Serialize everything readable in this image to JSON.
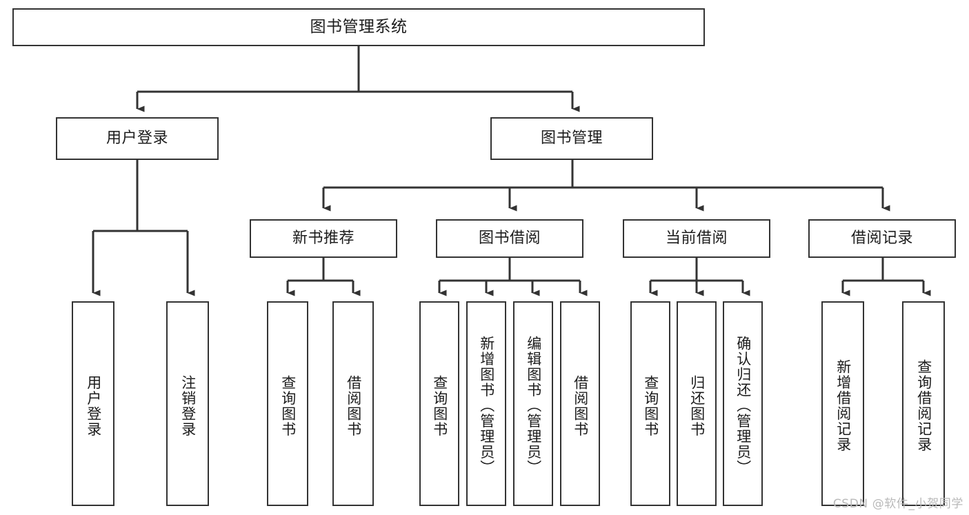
{
  "diagram": {
    "type": "tree",
    "title": "图书管理系统",
    "orientation": "top-down",
    "line_color": "#333333",
    "box_fill": "#ffffff",
    "background": "#ffffff",
    "nodes": {
      "root": {
        "label": "图书管理系统",
        "level": 0
      },
      "user_login": {
        "label": "用户登录",
        "level": 1
      },
      "book_manage": {
        "label": "图书管理",
        "level": 1
      },
      "new_book_rec": {
        "label": "新书推荐",
        "level": 2
      },
      "book_borrow": {
        "label": "图书借阅",
        "level": 2
      },
      "current_borrow": {
        "label": "当前借阅",
        "level": 2
      },
      "borrow_record": {
        "label": "借阅记录",
        "level": 2
      },
      "leaf_user_login": {
        "label": "用户登录",
        "level": 3
      },
      "leaf_logout": {
        "label": "注销登录",
        "level": 3
      },
      "leaf_query_book_1": {
        "label": "查询图书",
        "level": 3
      },
      "leaf_borrow_book_1": {
        "label": "借阅图书",
        "level": 3
      },
      "leaf_query_book_2": {
        "label": "查询图书",
        "level": 3
      },
      "leaf_add_book": {
        "label": "新增图书（管理员）",
        "level": 3
      },
      "leaf_edit_book": {
        "label": "编辑图书（管理员）",
        "level": 3
      },
      "leaf_borrow_book_2": {
        "label": "借阅图书",
        "level": 3
      },
      "leaf_query_book_3": {
        "label": "查询图书",
        "level": 3
      },
      "leaf_return_book": {
        "label": "归还图书",
        "level": 3
      },
      "leaf_confirm_return": {
        "label": "确认归还（管理员）",
        "level": 3
      },
      "leaf_add_record": {
        "label": "新增借阅记录",
        "level": 3
      },
      "leaf_query_record": {
        "label": "查询借阅记录",
        "level": 3
      }
    },
    "edges": [
      {
        "from": "root",
        "to": "user_login"
      },
      {
        "from": "root",
        "to": "book_manage"
      },
      {
        "from": "user_login",
        "to": "leaf_user_login"
      },
      {
        "from": "user_login",
        "to": "leaf_logout"
      },
      {
        "from": "book_manage",
        "to": "new_book_rec"
      },
      {
        "from": "book_manage",
        "to": "book_borrow"
      },
      {
        "from": "book_manage",
        "to": "current_borrow"
      },
      {
        "from": "book_manage",
        "to": "borrow_record"
      },
      {
        "from": "new_book_rec",
        "to": "leaf_query_book_1"
      },
      {
        "from": "new_book_rec",
        "to": "leaf_borrow_book_1"
      },
      {
        "from": "book_borrow",
        "to": "leaf_query_book_2"
      },
      {
        "from": "book_borrow",
        "to": "leaf_add_book"
      },
      {
        "from": "book_borrow",
        "to": "leaf_edit_book"
      },
      {
        "from": "book_borrow",
        "to": "leaf_borrow_book_2"
      },
      {
        "from": "current_borrow",
        "to": "leaf_query_book_3"
      },
      {
        "from": "current_borrow",
        "to": "leaf_return_book"
      },
      {
        "from": "current_borrow",
        "to": "leaf_confirm_return"
      },
      {
        "from": "borrow_record",
        "to": "leaf_add_record"
      },
      {
        "from": "borrow_record",
        "to": "leaf_query_record"
      }
    ]
  },
  "watermark": {
    "text": "CSDN @软件_小贺同学"
  }
}
